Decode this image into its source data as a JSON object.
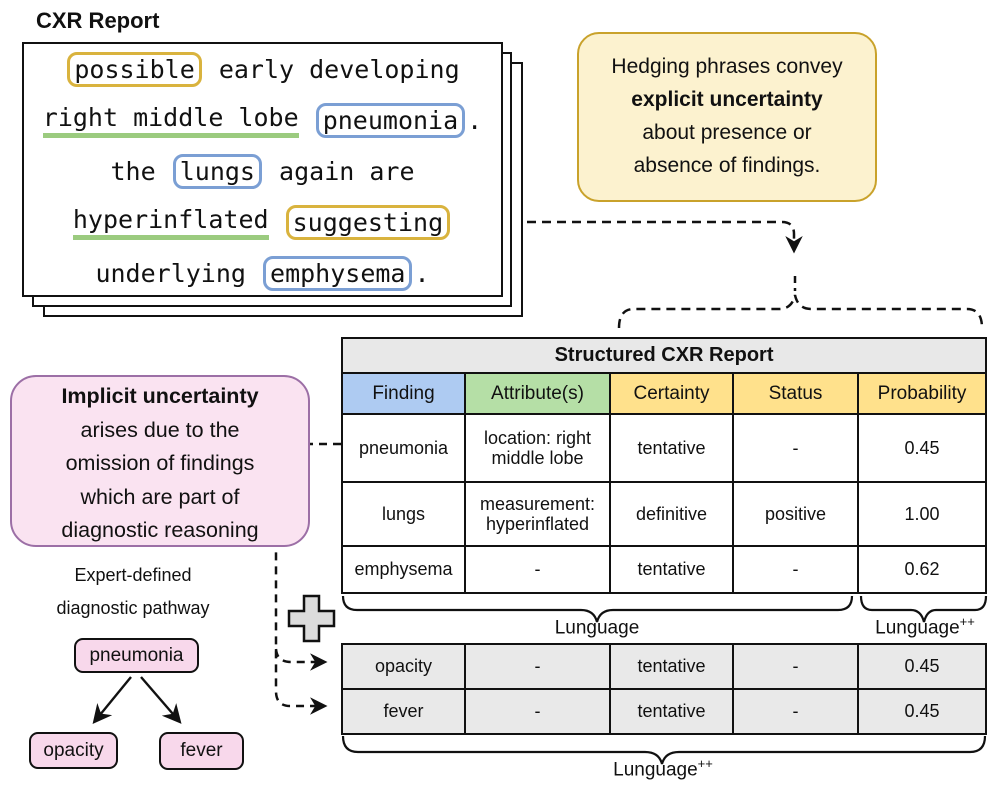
{
  "report": {
    "title": "CXR Report",
    "lines": [
      [
        {
          "text": "possible",
          "style": "hedge"
        },
        {
          "text": " early developing",
          "style": "plain"
        }
      ],
      [
        {
          "text": "right middle lobe",
          "style": "anatomy"
        },
        {
          "text": " ",
          "style": "plain"
        },
        {
          "text": "pneumonia",
          "style": "finding"
        },
        {
          "text": ".",
          "style": "plain"
        }
      ],
      [
        {
          "text": "the ",
          "style": "plain"
        },
        {
          "text": "lungs",
          "style": "finding"
        },
        {
          "text": " again are",
          "style": "plain"
        }
      ],
      [
        {
          "text": "hyperinflated",
          "style": "anatomy"
        },
        {
          "text": " ",
          "style": "plain"
        },
        {
          "text": "suggesting",
          "style": "hedge"
        }
      ],
      [
        {
          "text": "underlying ",
          "style": "plain"
        },
        {
          "text": "emphysema",
          "style": "finding"
        },
        {
          "text": ".",
          "style": "plain"
        }
      ]
    ]
  },
  "callouts": {
    "hedging": {
      "lines": [
        "Hedging phrases convey",
        "explicit uncertainty",
        "about presence or",
        "absence of findings."
      ]
    },
    "implicit": {
      "lines": [
        "Implicit uncertainty",
        "arises due to the",
        "omission of findings",
        "which are part of",
        "diagnostic reasoning"
      ]
    }
  },
  "table": {
    "title": "Structured CXR Report",
    "columns": [
      {
        "label": "Finding",
        "color": "#AECBF2"
      },
      {
        "label": "Attribute(s)",
        "color": "#B5DFA6"
      },
      {
        "label": "Certainty",
        "color": "#FFE18C"
      },
      {
        "label": "Status",
        "color": "#FFE18C"
      },
      {
        "label": "Probability",
        "color": "#FFE18C"
      }
    ],
    "rows": [
      [
        "pneumonia",
        "location: right middle lobe",
        "tentative",
        "-",
        "0.45"
      ],
      [
        "lungs",
        "measurement: hyperinflated",
        "definitive",
        "positive",
        "1.00"
      ],
      [
        "emphysema",
        "-",
        "tentative",
        "-",
        "0.62"
      ]
    ]
  },
  "extra_table": {
    "rows": [
      [
        "opacity",
        "-",
        "tentative",
        "-",
        "0.45"
      ],
      [
        "fever",
        "-",
        "tentative",
        "-",
        "0.45"
      ]
    ]
  },
  "brace_labels": {
    "main": "Lunguage",
    "main_sup": "",
    "prob": "Lunguage",
    "prob_sup": "++",
    "bottom": "Lunguage",
    "bottom_sup": "++"
  },
  "pathway": {
    "title_line1": "Expert-defined",
    "title_line2": "diagnostic pathway",
    "root": "pneumonia",
    "children": [
      "opacity",
      "fever"
    ]
  },
  "colors": {
    "hedge_border": "#D9B33E",
    "finding_border": "#7B9FD4",
    "anatomy_underline": "#9BCB7F",
    "callout_bg": "#FCF2CF",
    "callout_border": "#C9A22B",
    "implicit_bg": "#FAE3F1",
    "implicit_border": "#9C6FA6",
    "node_bg": "#F8D8EB",
    "title_gray": "#E8E8E8",
    "row_gray": "#E9E9E9"
  }
}
